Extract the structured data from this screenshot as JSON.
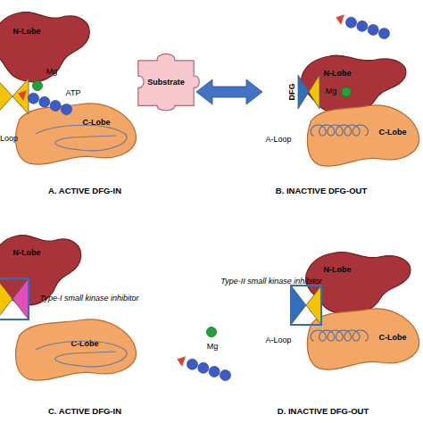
{
  "diagram": {
    "nodes": [
      {
        "text": [
          "N-Lobe"
        ]
      },
      {
        "text": [
          "Substrate"
        ]
      },
      {
        "text": [
          "C-Lobe"
        ]
      },
      {
        "text": [
          "N-Lobe"
        ]
      },
      {
        "text": [
          "C-Lobe"
        ]
      },
      {
        "text": [
          "N-Lobe"
        ]
      },
      {
        "text": [
          "C-Lobe"
        ]
      },
      {
        "text": [
          "N-Lobe"
        ]
      },
      {
        "text": [
          "C-Lobe"
        ]
      }
    ],
    "labels": [
      "Mg",
      "ATP",
      "Loop",
      "A. ACTIVE DFG-IN",
      "DFG",
      "Mg",
      "A-Loop",
      "B. INACTIVE DFG-OUT",
      "Type-I small kinase inhibitor",
      "C. ACTIVE DFG-IN",
      "Mg",
      "Type-II small kinase inhibitor",
      "A-Loop",
      "D. INACTIVE DFG-OUT"
    ]
  }
}
